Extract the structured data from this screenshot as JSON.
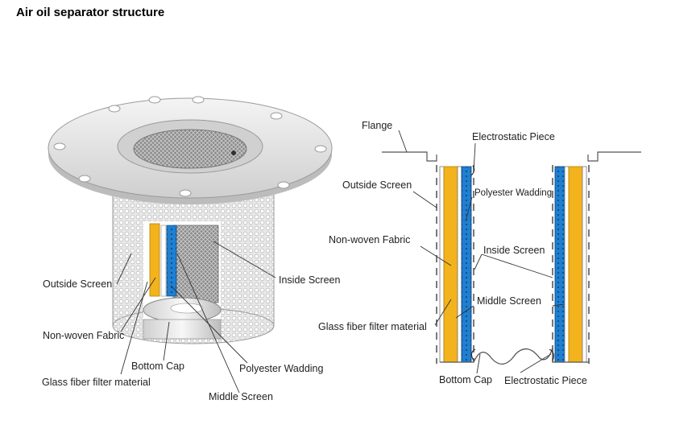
{
  "title": "Air oil separator structure",
  "left_labels": {
    "outside_screen": "Outside Screen",
    "inside_screen": "Inside Screen",
    "non_woven_fabric": "Non-woven Fabric",
    "bottom_cap": "Bottom Cap",
    "polyester_wadding": "Polyester Wadding",
    "glass_fiber": "Glass fiber filter material",
    "middle_screen": "Middle Screen"
  },
  "right_labels": {
    "flange": "Flange",
    "electrostatic_piece_top": "Electrostatic Piece",
    "outside_screen": "Outside Screen",
    "polyester_wadding": "Polyester Wadding",
    "non_woven_fabric": "Non-woven Fabric",
    "inside_screen": "Inside Screen",
    "middle_screen": "Middle Screen",
    "glass_fiber": "Glass fiber filter material",
    "bottom_cap": "Bottom Cap",
    "electrostatic_piece_bottom": "Electrostatic Piece"
  },
  "colors": {
    "fiberglass_yellow": "#f2b31d",
    "wadding_blue": "#1f7fd0",
    "screen_gray": "#d9d9d9",
    "leader_line": "#333333"
  }
}
